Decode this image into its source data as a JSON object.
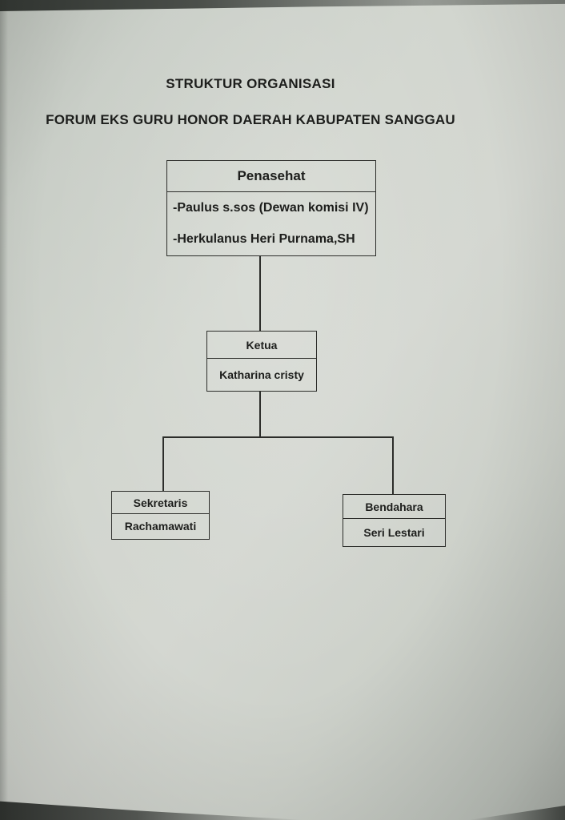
{
  "document": {
    "title": "STRUKTUR ORGANISASI",
    "subtitle": "FORUM EKS GURU HONOR DAERAH KABUPATEN SANGGAU"
  },
  "org_chart": {
    "type": "org-chart",
    "penasehat": {
      "title": "Penasehat",
      "members": [
        "-Paulus s.sos (Dewan komisi IV)",
        "-Herkulanus Heri Purnama,SH"
      ]
    },
    "ketua": {
      "title": "Ketua",
      "name": "Katharina cristy",
      "reports_to": "penasehat"
    },
    "sekretaris": {
      "title": "Sekretaris",
      "name": "Rachamawati",
      "reports_to": "ketua"
    },
    "bendahara": {
      "title": "Bendahara",
      "name": "Seri Lestari",
      "reports_to": "ketua"
    }
  },
  "colors": {
    "ink": "#1d1e1c",
    "paper": "#d0d4cd"
  }
}
